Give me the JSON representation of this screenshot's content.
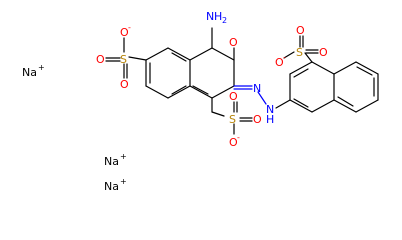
{
  "structure": {
    "atoms": {
      "nh2_N": "N",
      "nh2_H": "H",
      "nh2_sub": "2",
      "ketone_O": "O",
      "azo_N": "N",
      "azo_NH_N": "N",
      "azo_NH_H": "H",
      "s1_S": "S",
      "s1_O_top": "O",
      "s1_O_left": "O",
      "s1_O_bottom": "O",
      "s1_charge": "-",
      "s2_S": "S",
      "s2_O_top": "O",
      "s2_O_right": "O",
      "s2_O_bottom": "O",
      "s2_charge": "-",
      "s3_S": "S",
      "s3_O_top": "O",
      "s3_O_right": "O",
      "s3_O_left": "O",
      "s3_charge": "-"
    },
    "ions": [
      {
        "symbol": "Na",
        "charge": "+"
      },
      {
        "symbol": "Na",
        "charge": "+"
      },
      {
        "symbol": "Na",
        "charge": "+"
      }
    ]
  },
  "colors": {
    "carbon_bond": "#000000",
    "nitrogen": "#0000ff",
    "oxygen": "#ff0000",
    "sulfur": "#b8860b",
    "sodium": "#000000"
  }
}
